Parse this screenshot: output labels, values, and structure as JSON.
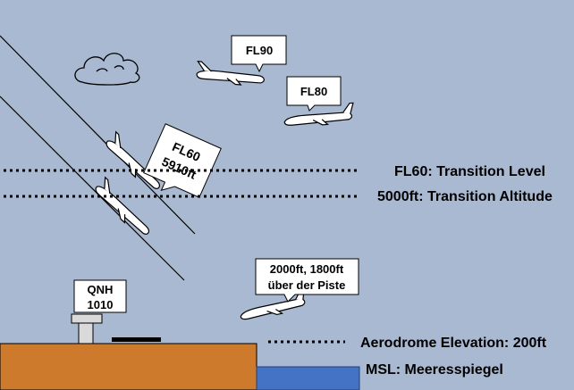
{
  "colors": {
    "sky": "#a9b9d1",
    "ground": "#cd7a2c",
    "sea": "#4472c4",
    "ink": "#000000",
    "callout_fill": "#ffffff"
  },
  "callouts": {
    "fl90": "FL90",
    "fl80": "FL80",
    "fl60_line1": "FL60",
    "fl60_line2": "5910ft",
    "low_line1": "2000ft, 1800ft",
    "low_line2": "über der Piste",
    "qnh_line1": "QNH",
    "qnh_line2": "1010"
  },
  "levels": {
    "transition_level": "FL60: Transition Level",
    "transition_altitude": "5000ft: Transition Altitude",
    "aerodrome_elevation": "Aerodrome Elevation: 200ft",
    "msl": "MSL: Meeresspiegel"
  },
  "icons": [
    "cloud-icon",
    "airplane-icon",
    "barometer-icon",
    "runway-icon"
  ]
}
